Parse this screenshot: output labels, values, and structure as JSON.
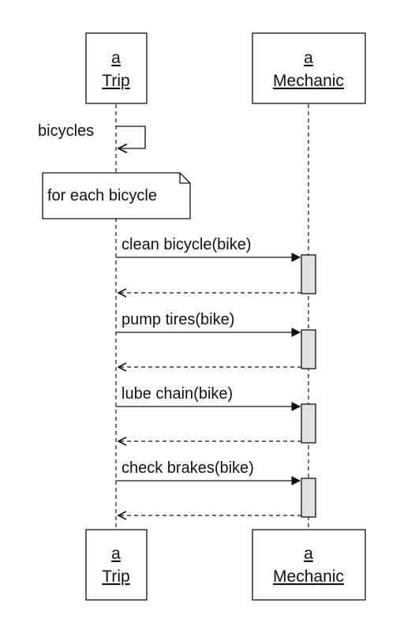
{
  "participants": [
    {
      "id": "trip",
      "line1": "a",
      "line2": "Trip"
    },
    {
      "id": "mechanic",
      "line1": "a",
      "line2": "Mechanic"
    }
  ],
  "self_message": {
    "label": "bicycles"
  },
  "note": {
    "text": "for each bicycle"
  },
  "messages": [
    {
      "label": "clean bicycle(bike)"
    },
    {
      "label": "pump tires(bike)"
    },
    {
      "label": "lube chain(bike)"
    },
    {
      "label": "check brakes(bike)"
    }
  ],
  "colors": {
    "line": "#111111",
    "activation_fill": "#e2e2e2",
    "background": "#ffffff"
  }
}
